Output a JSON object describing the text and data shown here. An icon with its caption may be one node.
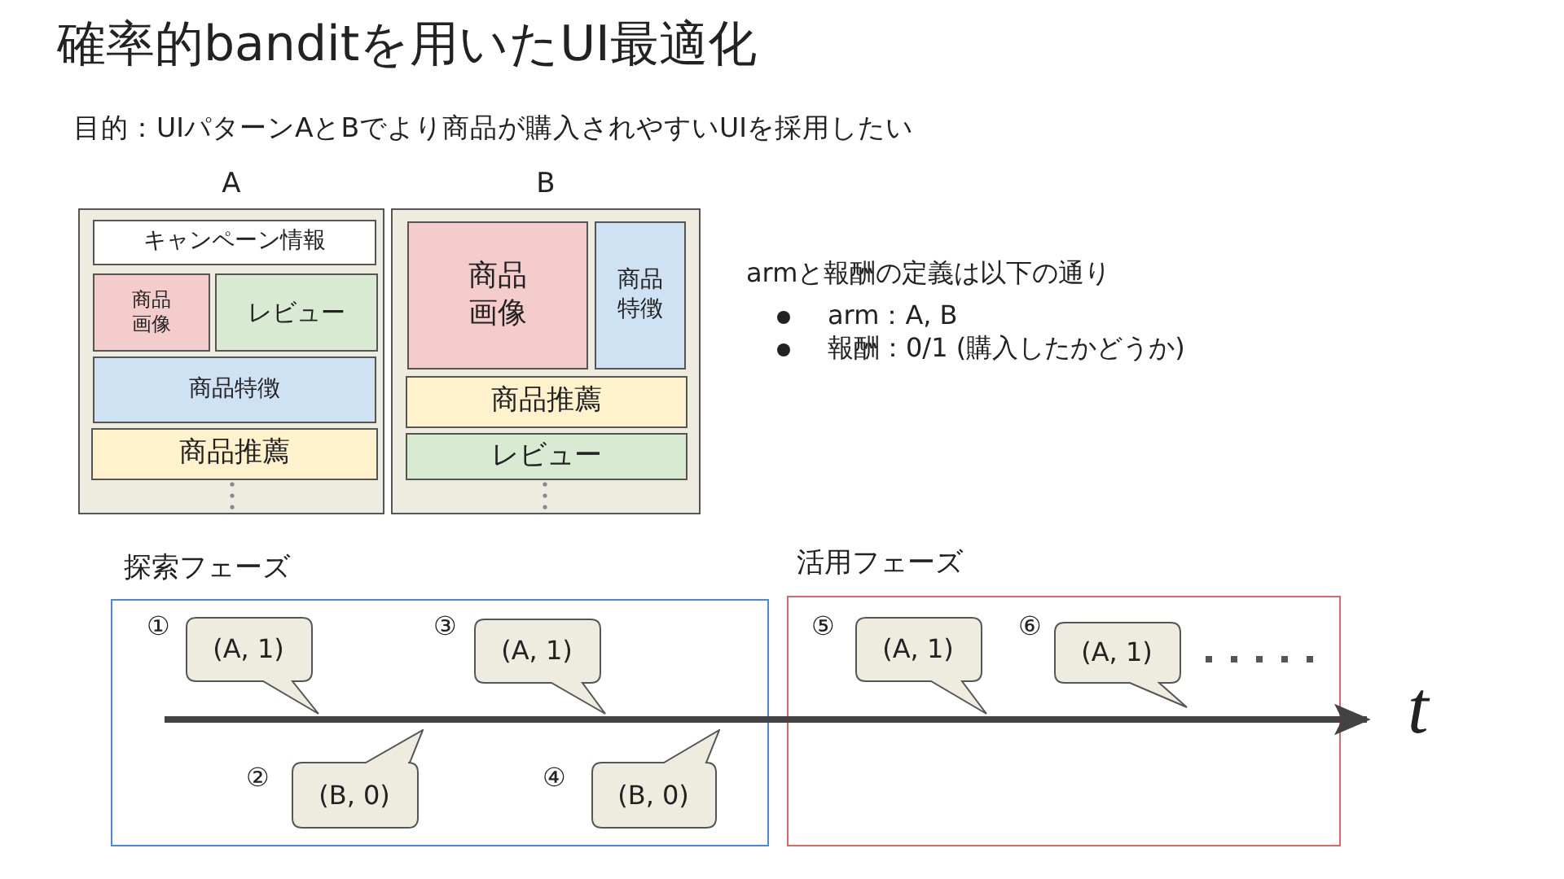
{
  "diagram": {
    "title": "確率的banditを用いたUI最適化",
    "nodes": [
      {
        "text": [
          "A"
        ]
      },
      {
        "text": [
          "キャンペーン情報"
        ],
        "in": 0
      },
      {
        "text": [
          "商品画像"
        ],
        "in": 0
      },
      {
        "text": [
          "レビュー"
        ],
        "in": 0
      },
      {
        "text": [
          "商品特徴"
        ],
        "in": 0
      },
      {
        "text": [
          "商品推薦"
        ],
        "in": 0
      },
      {
        "text": [
          "B"
        ]
      },
      {
        "text": [
          "商品画像"
        ],
        "in": 6
      },
      {
        "text": [
          "商品特徴"
        ],
        "in": 6
      },
      {
        "text": [
          "商品推薦"
        ],
        "in": 6
      },
      {
        "text": [
          "レビュー"
        ],
        "in": 6
      },
      {
        "text": [
          "探索フェーズ"
        ]
      },
      {
        "text": [
          "(A, 1)"
        ],
        "in": 11,
        "beside": [
          "①"
        ]
      },
      {
        "text": [
          "(B, 0)"
        ],
        "in": 11,
        "beside": [
          "②"
        ]
      },
      {
        "text": [
          "(A, 1)"
        ],
        "in": 11,
        "beside": [
          "③"
        ]
      },
      {
        "text": [
          "(B, 0)"
        ],
        "in": 11,
        "beside": [
          "④"
        ]
      },
      {
        "text": [
          "活用フェーズ"
        ]
      },
      {
        "text": [
          "(A, 1)"
        ],
        "in": 16,
        "beside": [
          "⑤"
        ]
      },
      {
        "text": [
          "(A, 1)"
        ],
        "in": 16,
        "beside": [
          "⑥"
        ]
      }
    ],
    "labels": [
      "目的：UIパターンAとBでより商品が購入されやすいUIを採用したい",
      "armと報酬の定義は以下の通り",
      "arm：A, B",
      "報酬：0/1 (購入したかどうか)",
      "t"
    ]
  }
}
